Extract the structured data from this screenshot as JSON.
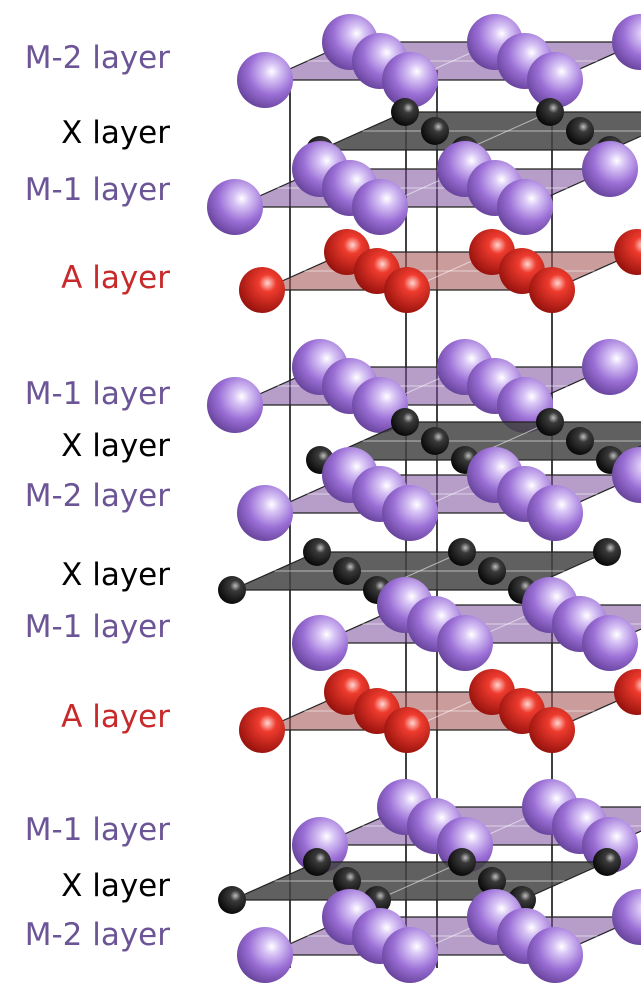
{
  "colors": {
    "m_atom": "#9b6fd6",
    "x_atom": "#111111",
    "a_atom": "#d0211c",
    "m_plane": "#7a4f9a",
    "x_plane": "#444444",
    "a_plane": "#a85a5a",
    "m_label": "#6b5596",
    "x_label": "#000000",
    "a_label": "#c8292a"
  },
  "labels": [
    {
      "type": "M",
      "text": "M-2 layer"
    },
    {
      "type": "X",
      "text": "X layer"
    },
    {
      "type": "M",
      "text": "M-1 layer"
    },
    {
      "type": "A",
      "text": "A layer"
    },
    {
      "type": "M",
      "text": "M-1 layer"
    },
    {
      "type": "X",
      "text": "X layer"
    },
    {
      "type": "M",
      "text": "M-2 layer"
    },
    {
      "type": "X",
      "text": "X layer"
    },
    {
      "type": "M",
      "text": "M-1 layer"
    },
    {
      "type": "A",
      "text": "A layer"
    },
    {
      "type": "M",
      "text": "M-1 layer"
    },
    {
      "type": "X",
      "text": "X layer"
    },
    {
      "type": "M",
      "text": "M-2 layer"
    }
  ]
}
